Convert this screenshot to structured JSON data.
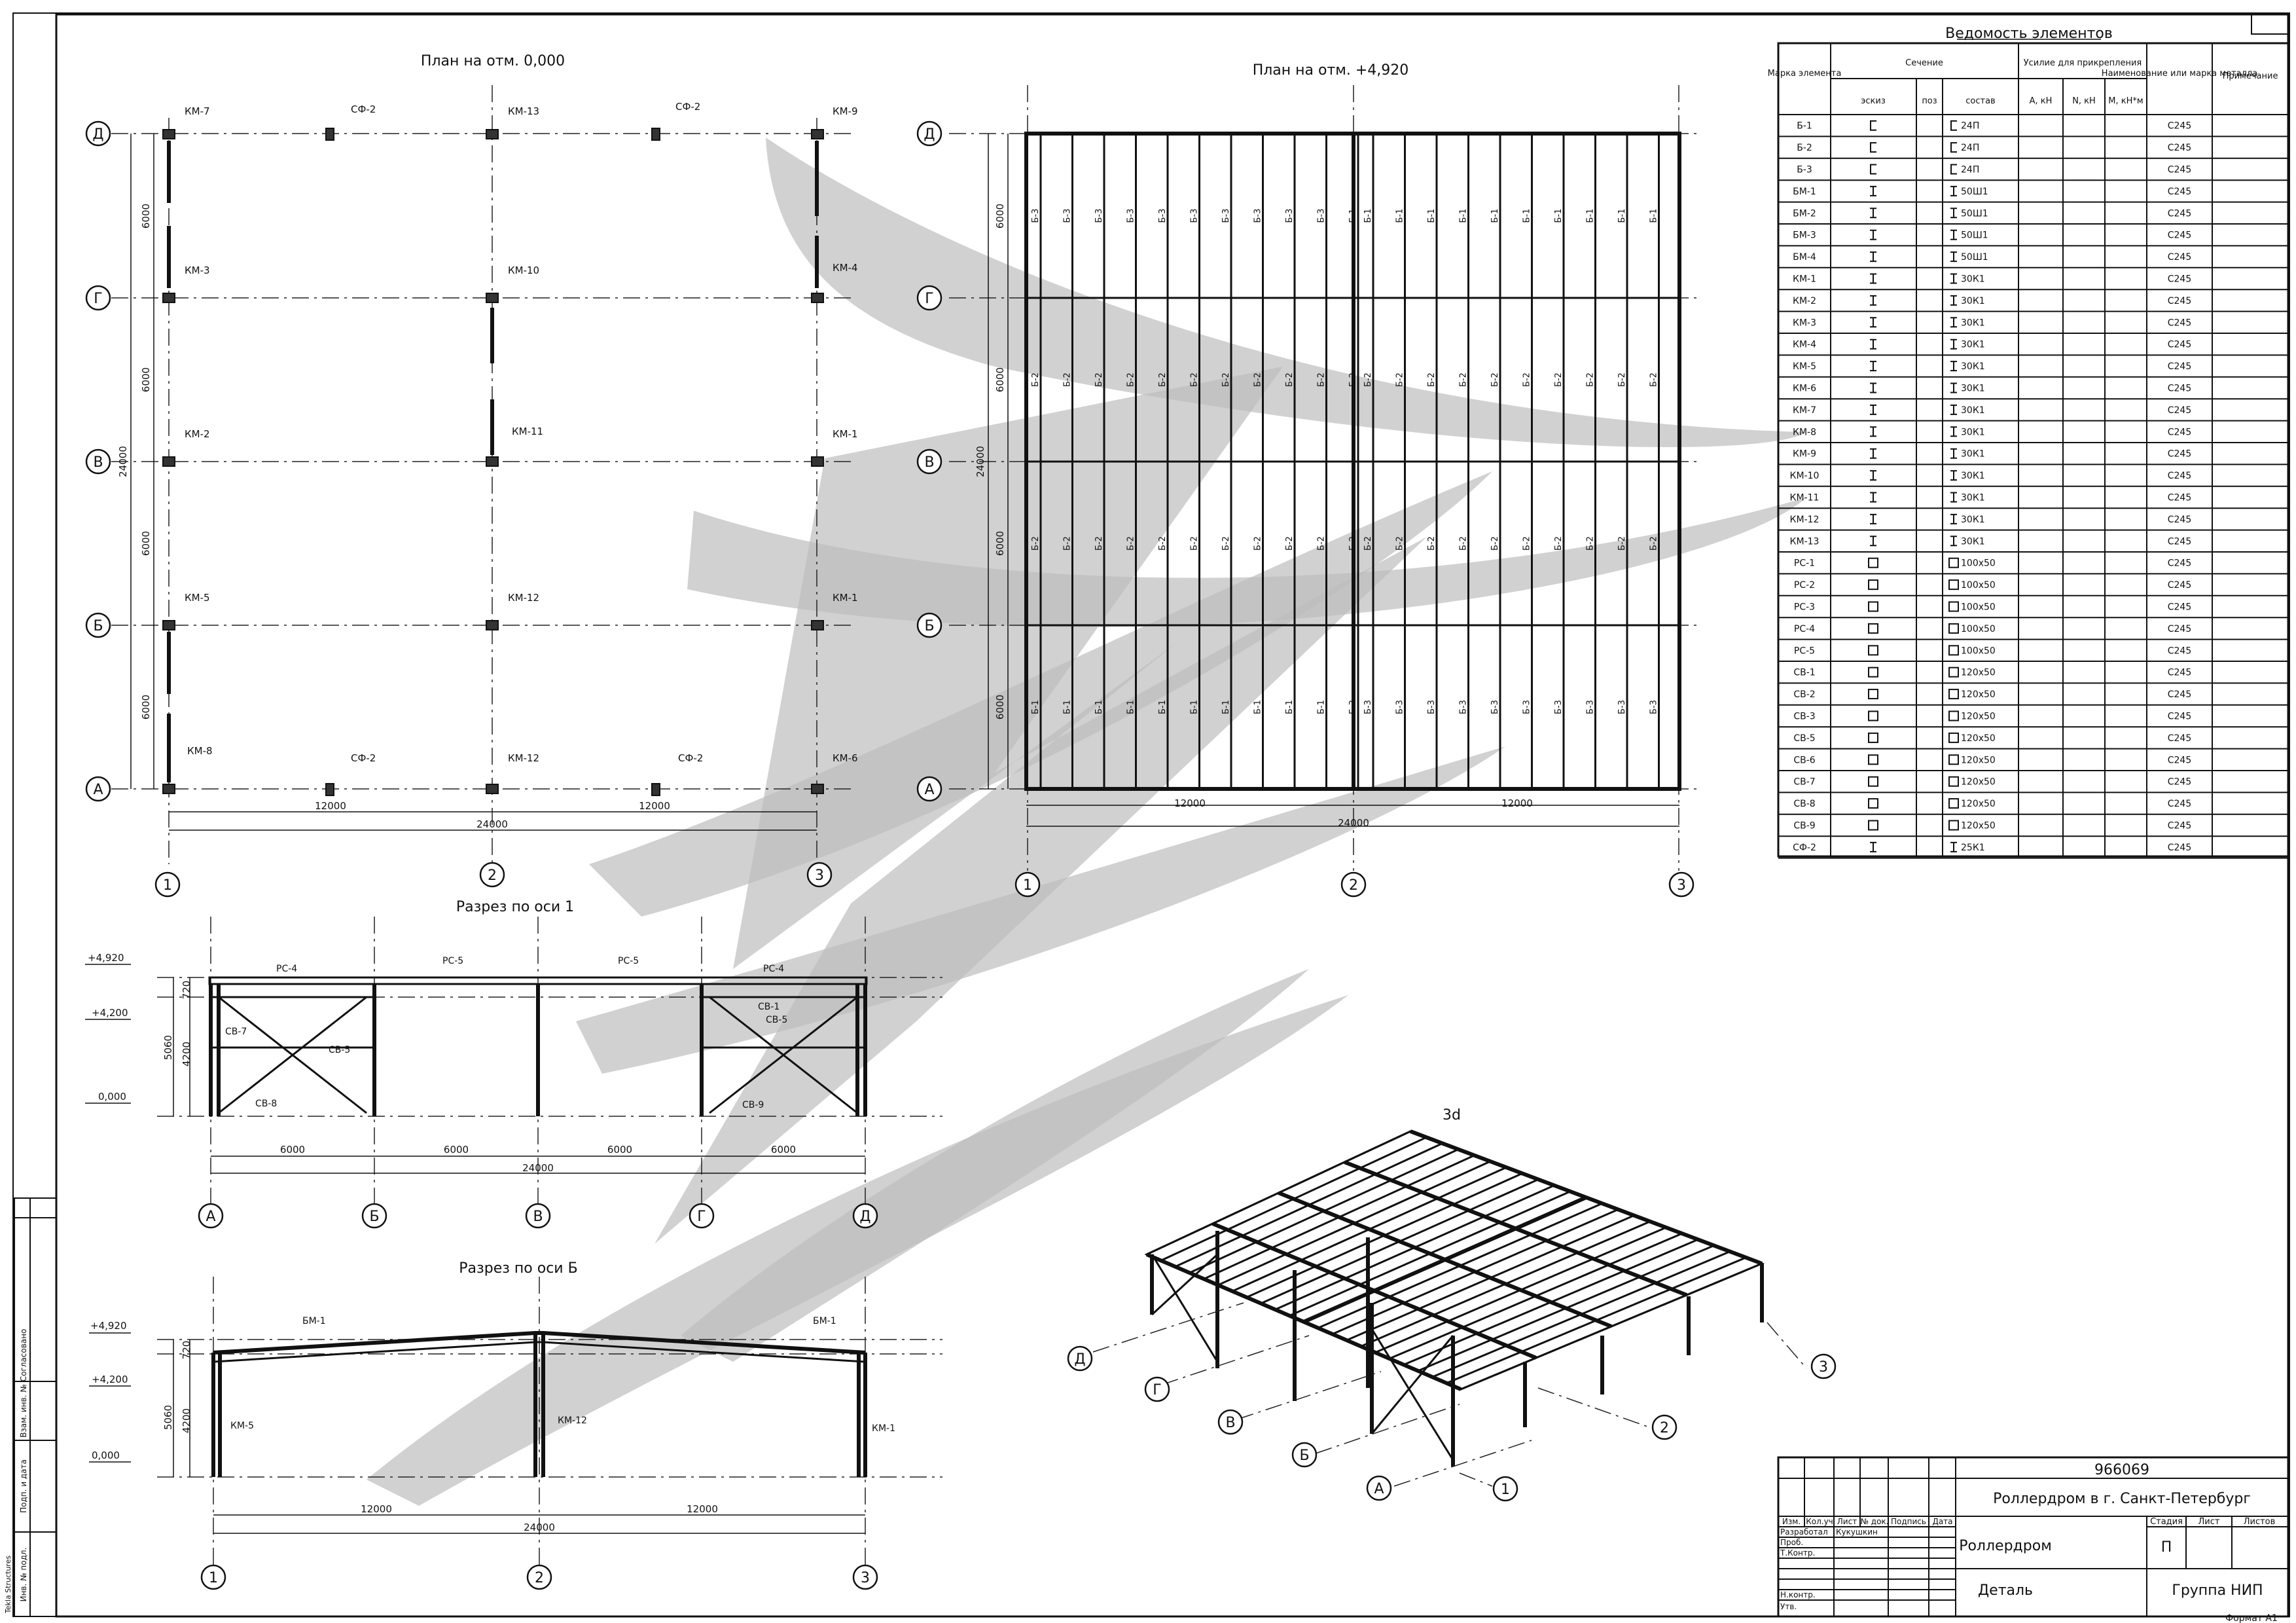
{
  "views": {
    "plan0": {
      "title": "План на отм. 0,000",
      "row_axes": [
        "Д",
        "Г",
        "В",
        "Б",
        "А"
      ],
      "col_axes": [
        "1",
        "2",
        "3"
      ],
      "span_dims": [
        "6000",
        "6000",
        "6000",
        "6000"
      ],
      "total_vert": "24000",
      "bay_dims": [
        "12000",
        "12000"
      ],
      "total_horiz": "24000",
      "marks": [
        "КМ-7",
        "СФ-2",
        "КМ-13",
        "СФ-2",
        "КМ-9",
        "КМ-3",
        "КМ-10",
        "КМ-4",
        "КМ-2",
        "КМ-11",
        "КМ-1",
        "КМ-5",
        "КМ-12",
        "КМ-1",
        "КМ-8",
        "СФ-2",
        "КМ-12",
        "СФ-2",
        "КМ-6"
      ]
    },
    "plan492": {
      "title": "План на отм. +4,920",
      "row_axes": [
        "Д",
        "Г",
        "В",
        "Б",
        "А"
      ],
      "col_axes": [
        "1",
        "2",
        "3"
      ],
      "span_dims": [
        "6000",
        "6000",
        "6000",
        "6000"
      ],
      "total_vert": "24000",
      "bay_dims": [
        "12000",
        "12000"
      ],
      "total_horiz": "24000",
      "beam_labels": {
        "row1_left": "Б-3",
        "row1_right": "Б-1",
        "row2": "Б-2",
        "row3": "Б-2",
        "row4_left": "Б-1",
        "row4_right": "Б-3"
      }
    },
    "sec1": {
      "title": "Разрез по оси 1",
      "levels": [
        "+4,920",
        "+4,200",
        "0,000"
      ],
      "vert_dims": [
        "720",
        "4200",
        "5060"
      ],
      "bay_dims": [
        "6000",
        "6000",
        "6000",
        "6000"
      ],
      "total": "24000",
      "axes": [
        "А",
        "Б",
        "В",
        "Г",
        "Д"
      ],
      "marks": [
        "РС-4",
        "РС-5",
        "РС-5",
        "РС-4",
        "СВ-7",
        "СВ-5",
        "СВ-8",
        "СВ-1",
        "СВ-5",
        "СВ-9"
      ]
    },
    "secB": {
      "title": "Разрез по оси Б",
      "levels": [
        "+4,920",
        "+4,200",
        "0,000"
      ],
      "vert_dims": [
        "720",
        "4200",
        "5060"
      ],
      "bay_dims": [
        "12000",
        "12000"
      ],
      "total": "24000",
      "axes": [
        "1",
        "2",
        "3"
      ],
      "marks": [
        "БМ-1",
        "БМ-1",
        "КМ-5",
        "КМ-12",
        "КМ-1"
      ]
    },
    "iso": {
      "title": "3d",
      "axes": [
        "Д",
        "Г",
        "В",
        "Б",
        "А",
        "1",
        "2",
        "3"
      ]
    }
  },
  "schedule": {
    "title": "Ведомость элементов",
    "headers": {
      "mark": "Марка элемента",
      "section": "Сечение",
      "sketch": "эскиз",
      "pos": "поз",
      "composition": "состав",
      "force": "Усилие для прикрепления",
      "a": "А, кН",
      "n": "N, кН",
      "m": "М, кН*м",
      "steel": "Наименование или марка металла",
      "note": "Примечание"
    },
    "rows": [
      {
        "mark": "Б-1",
        "sketch": "channel",
        "comp": "24П",
        "steel": "С245"
      },
      {
        "mark": "Б-2",
        "sketch": "channel",
        "comp": "24П",
        "steel": "С245"
      },
      {
        "mark": "Б-3",
        "sketch": "channel",
        "comp": "24П",
        "steel": "С245"
      },
      {
        "mark": "БМ-1",
        "sketch": "ibeam",
        "comp": "50Ш1",
        "steel": "С245"
      },
      {
        "mark": "БМ-2",
        "sketch": "ibeam",
        "comp": "50Ш1",
        "steel": "С245"
      },
      {
        "mark": "БМ-3",
        "sketch": "ibeam",
        "comp": "50Ш1",
        "steel": "С245"
      },
      {
        "mark": "БМ-4",
        "sketch": "ibeam",
        "comp": "50Ш1",
        "steel": "С245"
      },
      {
        "mark": "КМ-1",
        "sketch": "ibeam",
        "comp": "30К1",
        "steel": "С245"
      },
      {
        "mark": "КМ-2",
        "sketch": "ibeam",
        "comp": "30К1",
        "steel": "С245"
      },
      {
        "mark": "КМ-3",
        "sketch": "ibeam",
        "comp": "30К1",
        "steel": "С245"
      },
      {
        "mark": "КМ-4",
        "sketch": "ibeam",
        "comp": "30К1",
        "steel": "С245"
      },
      {
        "mark": "КМ-5",
        "sketch": "ibeam",
        "comp": "30К1",
        "steel": "С245"
      },
      {
        "mark": "КМ-6",
        "sketch": "ibeam",
        "comp": "30К1",
        "steel": "С245"
      },
      {
        "mark": "КМ-7",
        "sketch": "ibeam",
        "comp": "30К1",
        "steel": "С245"
      },
      {
        "mark": "КМ-8",
        "sketch": "ibeam",
        "comp": "30К1",
        "steel": "С245"
      },
      {
        "mark": "КМ-9",
        "sketch": "ibeam",
        "comp": "30К1",
        "steel": "С245"
      },
      {
        "mark": "КМ-10",
        "sketch": "ibeam",
        "comp": "30К1",
        "steel": "С245"
      },
      {
        "mark": "КМ-11",
        "sketch": "ibeam",
        "comp": "30К1",
        "steel": "С245"
      },
      {
        "mark": "КМ-12",
        "sketch": "ibeam",
        "comp": "30К1",
        "steel": "С245"
      },
      {
        "mark": "КМ-13",
        "sketch": "ibeam",
        "comp": "30К1",
        "steel": "С245"
      },
      {
        "mark": "РС-1",
        "sketch": "box",
        "comp": "100х50",
        "steel": "С245"
      },
      {
        "mark": "РС-2",
        "sketch": "box",
        "comp": "100х50",
        "steel": "С245"
      },
      {
        "mark": "РС-3",
        "sketch": "box",
        "comp": "100х50",
        "steel": "С245"
      },
      {
        "mark": "РС-4",
        "sketch": "box",
        "comp": "100х50",
        "steel": "С245"
      },
      {
        "mark": "РС-5",
        "sketch": "box",
        "comp": "100х50",
        "steel": "С245"
      },
      {
        "mark": "СВ-1",
        "sketch": "box",
        "comp": "120х50",
        "steel": "С245"
      },
      {
        "mark": "СВ-2",
        "sketch": "box",
        "comp": "120х50",
        "steel": "С245"
      },
      {
        "mark": "СВ-3",
        "sketch": "box",
        "comp": "120х50",
        "steel": "С245"
      },
      {
        "mark": "СВ-5",
        "sketch": "box",
        "comp": "120х50",
        "steel": "С245"
      },
      {
        "mark": "СВ-6",
        "sketch": "box",
        "comp": "120х50",
        "steel": "С245"
      },
      {
        "mark": "СВ-7",
        "sketch": "box",
        "comp": "120х50",
        "steel": "С245"
      },
      {
        "mark": "СВ-8",
        "sketch": "box",
        "comp": "120х50",
        "steel": "С245"
      },
      {
        "mark": "СВ-9",
        "sketch": "box",
        "comp": "120х50",
        "steel": "С245"
      },
      {
        "mark": "СФ-2",
        "sketch": "ibeam",
        "comp": "25К1",
        "steel": "С245"
      }
    ]
  },
  "title_block": {
    "code": "966069",
    "project": "Роллердром в г. Санкт-Петербург",
    "object": "Роллердром",
    "sheet_name": "Деталь",
    "org": "Группа НИП",
    "stage_h": "Стадия",
    "sheet_h": "Лист",
    "sheets_h": "Листов",
    "stage": "П",
    "col_heads": [
      "Изм.",
      "Кол.уч",
      "Лист",
      "№ док.",
      "Подпись",
      "Дата"
    ],
    "roles": [
      "Разработал",
      "Проб.",
      "Т.Контр.",
      "",
      "Н.контр.",
      "Утв."
    ],
    "developer": "Кукушкин",
    "format": "Формат А1"
  },
  "side_stamp": {
    "items": [
      "Согласовано",
      "Взам. инв. №",
      "Подп. и дата",
      "Инв. № подл."
    ],
    "software": "Tekla Structures"
  }
}
